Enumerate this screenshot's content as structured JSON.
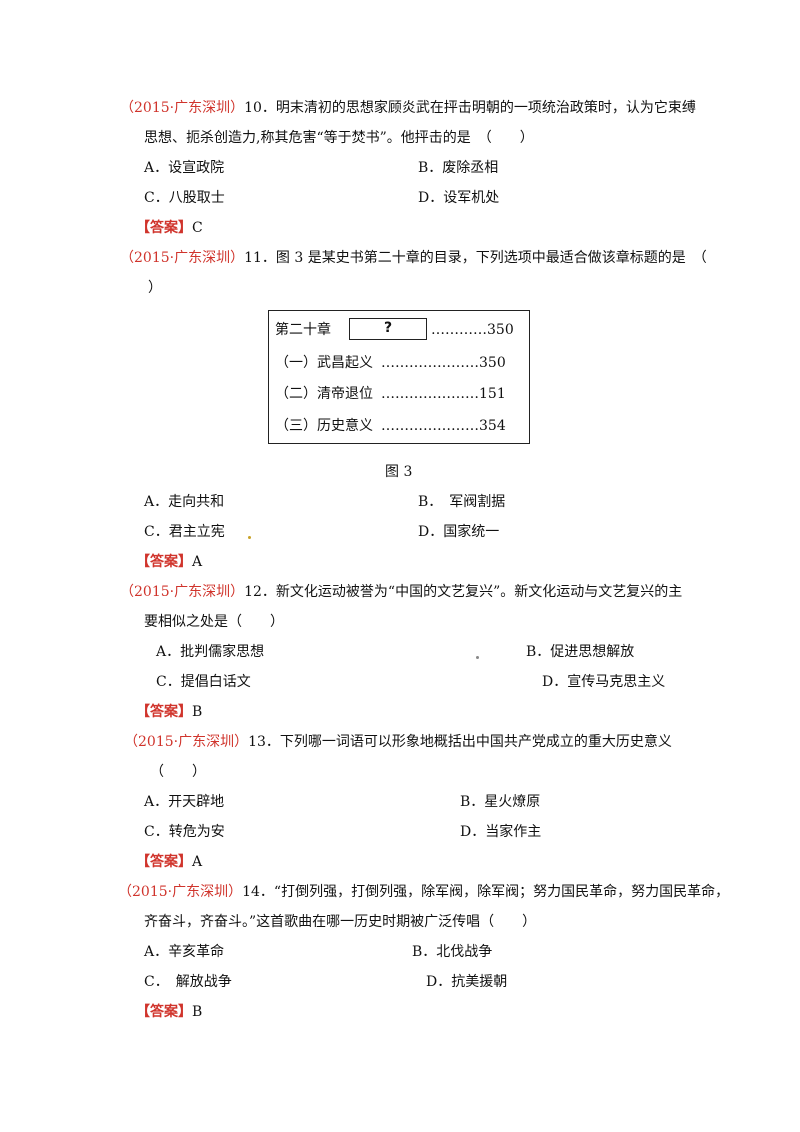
{
  "questions": [
    {
      "source": "（2015·广东深圳）",
      "line1": "10．明末清初的思想家顾炎武在抨击明朝的一项统治政策时，认为它束缚",
      "line2": "思想、扼杀创造力,称其危害“等于焚书”。他抨击的是　（　　）",
      "options": [
        "A．设宣政院",
        "B．废除丞相",
        "C．八股取士",
        "D．设军机处"
      ],
      "answer_label": "【答案】",
      "answer": "C"
    },
    {
      "source": "（2015·广东深圳）",
      "line1": "11．图 3 是某史书第二十章的目录，下列选项中最适合做该章标题的是　（",
      "line2": "）",
      "options": [
        "A．走向共和",
        "B．　军阀割据",
        "C．君主立宪",
        "D．国家统一"
      ],
      "answer_label": "【答案】",
      "answer": "A"
    },
    {
      "source": "（2015·广东深圳）",
      "line1": "12．新文化运动被誉为“中国的文艺复兴”。新文化运动与文艺复兴的主",
      "line2": "要相似之处是（　　）",
      "options": [
        "A．批判儒家思想",
        "B．促进思想解放",
        "C．提倡白话文",
        "D．宣传马克思主义"
      ],
      "answer_label": "【答案】",
      "answer": "B"
    },
    {
      "source": "（2015·广东深圳）",
      "line1": "13．下列哪一词语可以形象地概括出中国共产党成立的重大历史意义",
      "line2": "（　　）",
      "options": [
        "A．开天辟地",
        "B．星火燎原",
        "C．转危为安",
        "D．当家作主"
      ],
      "answer_label": "【答案】",
      "answer": "A"
    },
    {
      "source": "（2015·广东深圳）",
      "line1": "14．“打倒列强，打倒列强，除军阀，除军阀；努力国民革命，努力国民革命，",
      "line2": "齐奋斗，齐奋斗。”这首歌曲在哪一历史时期被广泛传唱（　　）",
      "options": [
        "A．辛亥革命",
        "B．北伐战争",
        "C．　解放战争",
        "D．抗美援朝"
      ],
      "answer_label": "【答案】",
      "answer": "B"
    }
  ],
  "figure": {
    "chapter": "第二十章",
    "unknown": "?",
    "chapter_dots": "…………350",
    "sections": [
      {
        "label": "（一）武昌起义",
        "dots": "…………………350"
      },
      {
        "label": "（二）清帝退位",
        "dots": "…………………151"
      },
      {
        "label": "（三）历史意义",
        "dots": "…………………354"
      }
    ],
    "caption": "图 3"
  }
}
